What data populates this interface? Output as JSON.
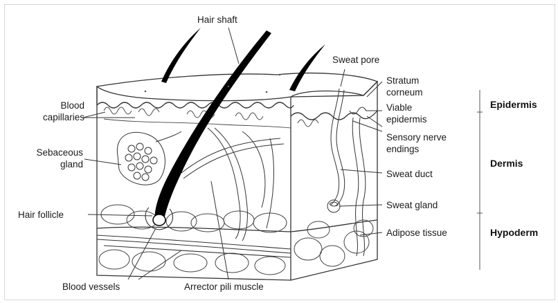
{
  "labels": {
    "hair_shaft": "Hair shaft",
    "sweat_pore": "Sweat pore",
    "stratum_corneum": [
      "Stratum",
      "corneum"
    ],
    "viable_epidermis": [
      "Viable",
      "epidermis"
    ],
    "sensory_nerve_endings": [
      "Sensory nerve",
      "endings"
    ],
    "blood_capillaries": [
      "Blood",
      "capillaries"
    ],
    "sebaceous_gland": [
      "Sebaceous",
      "gland"
    ],
    "hair_follicle": "Hair follicle",
    "sweat_duct": "Sweat duct",
    "sweat_gland": "Sweat gland",
    "adipose_tissue": "Adipose tissue",
    "blood_vessels": "Blood vessels",
    "arrector_pili_muscle": "Arrector pili muscle"
  },
  "layers": {
    "epidermis": "Epidermis",
    "dermis": "Dermis",
    "hypodermis": "Hypoderm"
  },
  "colors": {
    "ink": "#1a1a1a",
    "line": "#333333",
    "bracket": "#555555",
    "hair": "#000000"
  }
}
